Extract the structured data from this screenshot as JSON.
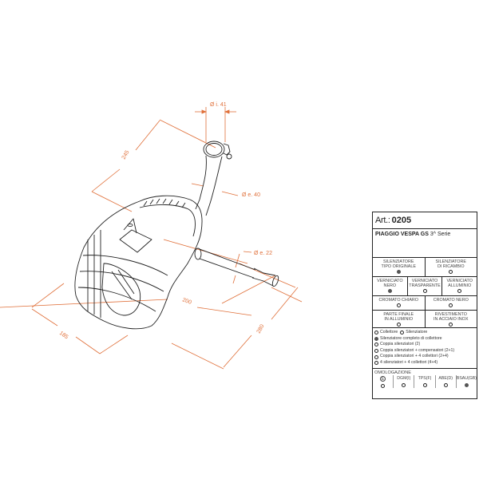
{
  "drawing": {
    "dimensions": {
      "inner_diameter_top": "Ø i. 41",
      "outer_diameter_pipe": "Ø e. 40",
      "outer_diameter_tail": "Ø e. 22",
      "length_245": "245",
      "length_200": "200",
      "length_185": "185",
      "length_280": "280"
    },
    "colors": {
      "dimension_line": "#e0703a",
      "part_outline": "#222222"
    }
  },
  "panel": {
    "art_label": "Art.:",
    "art_number": "0205",
    "model_bold": "PIAGGIO VESPA GS",
    "model_rest": " 3^ Serie",
    "rows": [
      {
        "cells": [
          {
            "line1": "SILENZIATORE",
            "line2": "TIPO ORIGINALE",
            "selected": true
          },
          {
            "line1": "SILENZIATORE",
            "line2": "DI RICAMBIO",
            "selected": false
          }
        ]
      },
      {
        "cells": [
          {
            "line1": "VERNICIATO",
            "line2": "NERO",
            "selected": true
          },
          {
            "line1": "VERNICIATO",
            "line2": "TRASPARENTE",
            "selected": false
          },
          {
            "line1": "VERNICIATO",
            "line2": "ALLUMINIO",
            "selected": false
          }
        ]
      },
      {
        "cells": [
          {
            "line1": "CROMATO CHIARO",
            "line2": "",
            "selected": false
          },
          {
            "line1": "CROMATO NERO",
            "line2": "",
            "selected": false
          }
        ]
      },
      {
        "cells": [
          {
            "line1": "PARTE FINALE",
            "line2": "IN ALLUMINIO",
            "selected": false
          },
          {
            "line1": "RIVESTIMENTO",
            "line2": "IN ACCIAIO INOX",
            "selected": false
          }
        ]
      }
    ],
    "options": {
      "collettore": "Collettore",
      "silenziatore": "Silenziatore",
      "items": [
        {
          "label": "Silenziatore completo di collettore",
          "selected": true
        },
        {
          "label": "Coppia silenziatori (2)",
          "selected": false
        },
        {
          "label": "Coppia silenziatori + compensatori (2+1)",
          "selected": false
        },
        {
          "label": "Coppia silenziatori + 4 collettori (2+4)",
          "selected": false
        },
        {
          "label": "4 silenziatori + 4 collettori (4+4)",
          "selected": false
        }
      ]
    },
    "omologazione": {
      "title": "OMOLOGAZIONE",
      "items": [
        {
          "label": "E",
          "circled": true,
          "selected": false
        },
        {
          "label": "DGM(I)",
          "selected": false
        },
        {
          "label": "TPS(F)",
          "selected": false
        },
        {
          "label": "ABE(D)",
          "selected": false
        },
        {
          "label": "BSAU(GB)",
          "selected": true
        }
      ]
    }
  }
}
